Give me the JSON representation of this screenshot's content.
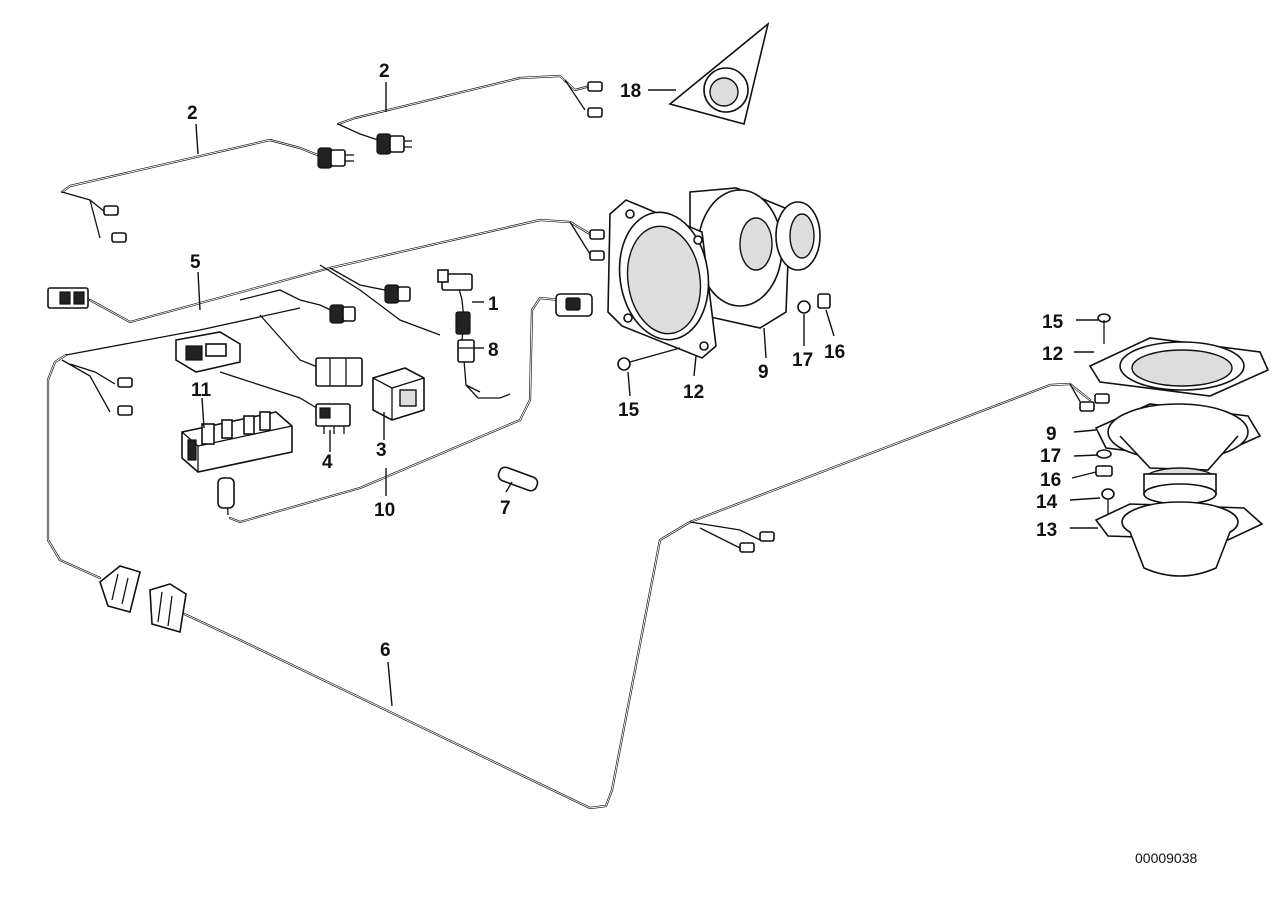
{
  "callouts": {
    "c1": "1",
    "c2a": "2",
    "c2b": "2",
    "c3": "3",
    "c4": "4",
    "c5": "5",
    "c6": "6",
    "c7": "7",
    "c8": "8",
    "c9a": "9",
    "c9b": "9",
    "c10": "10",
    "c11": "11",
    "c12a": "12",
    "c12b": "12",
    "c13": "13",
    "c14": "14",
    "c15a": "15",
    "c15b": "15",
    "c16a": "16",
    "c16b": "16",
    "c17a": "17",
    "c17b": "17",
    "c18": "18"
  },
  "reference_number": "00009038"
}
